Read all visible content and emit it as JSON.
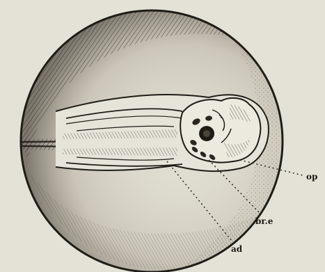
{
  "figure": {
    "labels": {
      "op": "op",
      "bre": "br.e",
      "ad": "ad"
    }
  }
}
